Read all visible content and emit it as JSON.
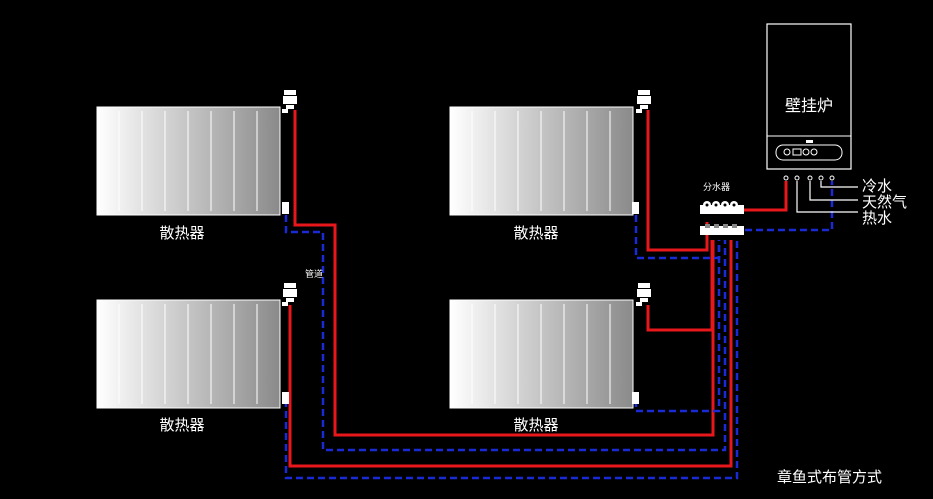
{
  "radiators": [
    {
      "label": "散热器"
    },
    {
      "label": "散热器"
    },
    {
      "label": "散热器"
    },
    {
      "label": "散热器"
    }
  ],
  "boiler": {
    "label": "壁挂炉"
  },
  "manifold": {
    "label": "分水器"
  },
  "pipe_label": "管道",
  "connections": [
    "冷水",
    "天然气",
    "热水"
  ],
  "caption": "章鱼式布管方式",
  "colors": {
    "supply": "#e8171b",
    "return": "#1a2bd6",
    "background": "#000000",
    "outline": "#ffffff"
  }
}
